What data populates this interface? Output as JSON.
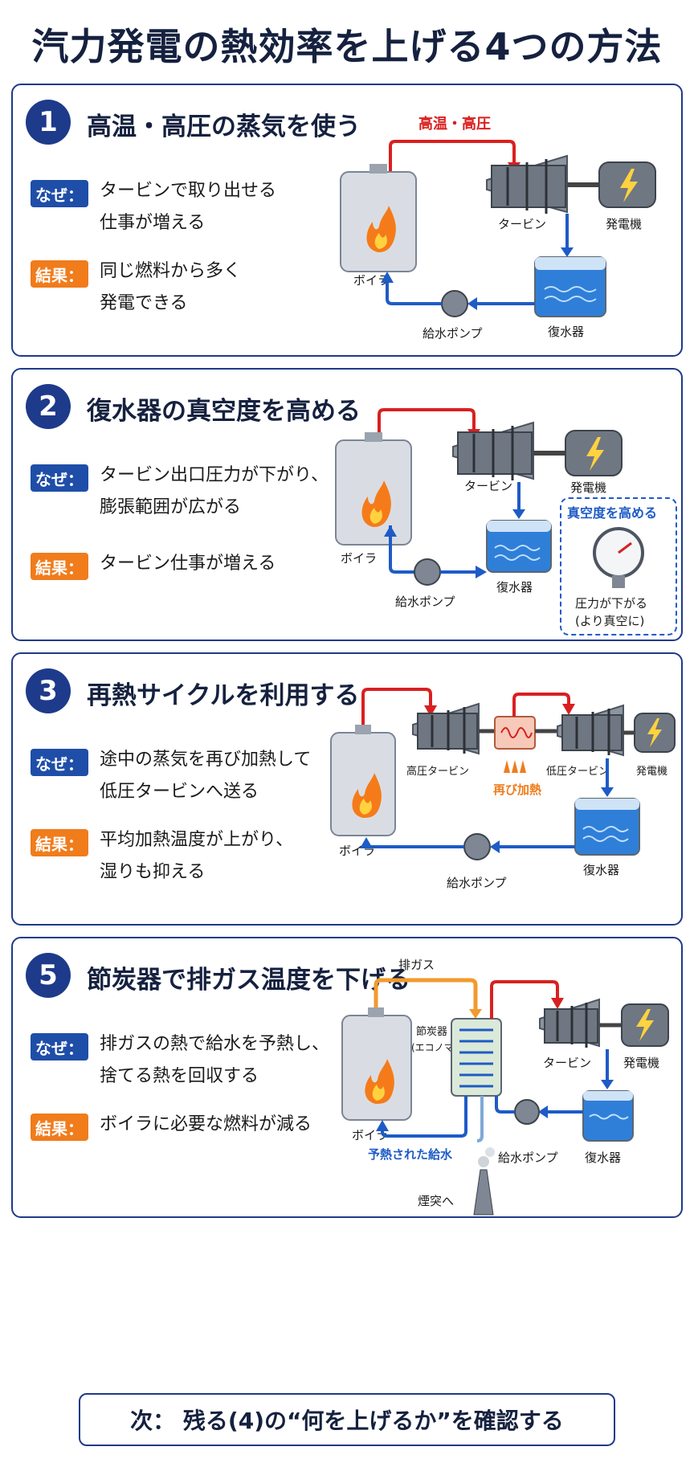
{
  "title": "汽力発電の熱効率を上げる4つの方法",
  "labels": {
    "why": "なぜ：",
    "result": "結果："
  },
  "colors": {
    "navy": "#1e3a8a",
    "why_tag": "#1f4ea8",
    "result_tag": "#f07c1c",
    "steam_line": "#d92020",
    "water_line": "#1e5bc6",
    "exhaust_line": "#f29a2e"
  },
  "sections": [
    {
      "num": "1",
      "heading": "高温・高圧の蒸気を使う",
      "why": "タービンで取り出せる\n仕事が増える",
      "result": "同じ燃料から多く\n発電できる",
      "diagram": {
        "steam_label": "高温・高圧",
        "boiler": "ボイラ",
        "turbine": "タービン",
        "generator": "発電機",
        "condenser": "復水器",
        "pump": "給水ポンプ"
      }
    },
    {
      "num": "2",
      "heading": "復水器の真空度を高める",
      "why": "タービン出口圧力が下がり、\n膨張範囲が広がる",
      "result": "タービン仕事が増える",
      "diagram": {
        "boiler": "ボイラ",
        "turbine": "タービン",
        "generator": "発電機",
        "condenser": "復水器",
        "pump": "給水ポンプ",
        "vacuum_title": "真空度を高める",
        "vacuum_note": "圧力が下がる\n(より真空に)"
      }
    },
    {
      "num": "3",
      "heading": "再熱サイクルを利用する",
      "why": "途中の蒸気を再び加熱して\n低圧タービンへ送る",
      "result": "平均加熱温度が上がり、\n湿りも抑える",
      "diagram": {
        "boiler": "ボイラ",
        "hp_turbine": "高圧タービン",
        "reheat": "再び加熱",
        "lp_turbine": "低圧タービン",
        "generator": "発電機",
        "condenser": "復水器",
        "pump": "給水ポンプ"
      }
    },
    {
      "num": "5",
      "heading": "節炭器で排ガス温度を下げる",
      "why": "排ガスの熱で給水を予熱し、\n捨てる熱を回収する",
      "result": "ボイラに必要な燃料が減る",
      "diagram": {
        "exhaust": "排ガス",
        "economizer": "節炭器",
        "economizer_alias": "(エコノマイザ)",
        "boiler": "ボイラ",
        "turbine": "タービン",
        "generator": "発電機",
        "condenser": "復水器",
        "pump": "給水ポンプ",
        "preheated": "予熱された給水",
        "chimney": "煙突へ"
      }
    }
  ],
  "footer": "次：  残る(4)の“何を上げるか”を確認する"
}
